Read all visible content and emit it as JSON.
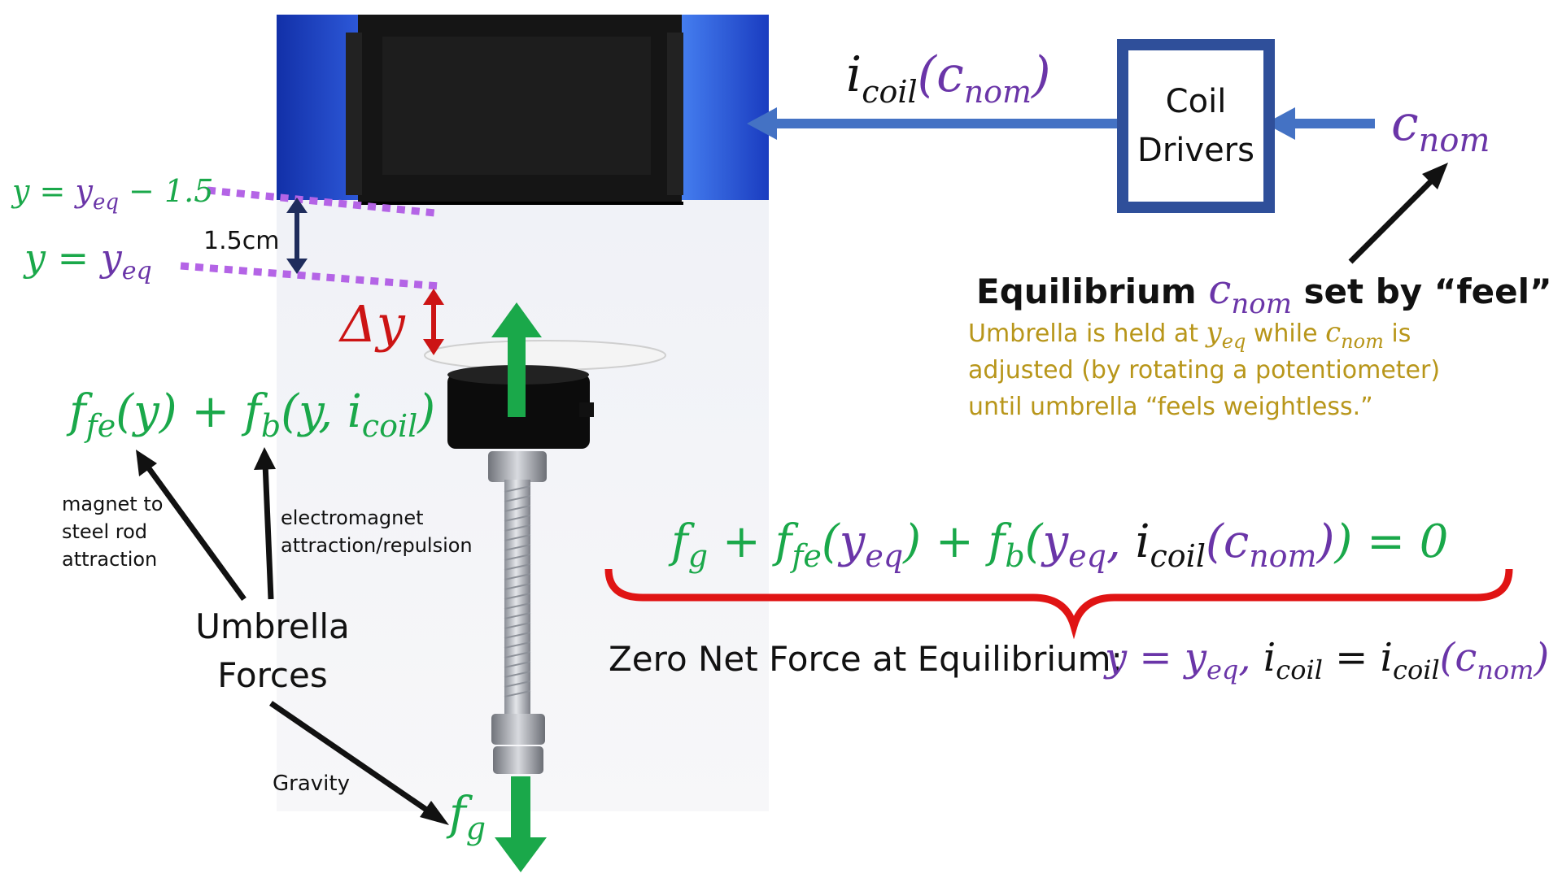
{
  "labels": {
    "coil_current": "i_coil(c_nom)",
    "coil_drivers_line1": "Coil",
    "coil_drivers_line2": "Drivers",
    "c_nom": "c_nom",
    "y_upper": "y = y_eq − 1.5",
    "y_lower": "y = y_eq",
    "gap": "1.5cm",
    "delta_y": "Δy",
    "force_sum": "f_fe(y) + f_b(y, i_coil)",
    "magnet_line1": "magnet to",
    "magnet_line2": "steel rod",
    "magnet_line3": "attraction",
    "em_line1": "electromagnet",
    "em_line2": "attraction/repulsion",
    "umbrella_line1": "Umbrella",
    "umbrella_line2": "Forces",
    "gravity": "Gravity",
    "f_g": "f_g",
    "eq_title_prefix": "Equilibrium",
    "eq_title_var": "c_nom",
    "eq_title_suffix": "set by “feel”",
    "eq_note_line1_a": "Umbrella is held at",
    "eq_note_line1_var1": "y_eq",
    "eq_note_line1_b": "while",
    "eq_note_line1_var2": "c_nom",
    "eq_note_line1_c": "is",
    "eq_note_line2": "adjusted (by rotating a potentiometer)",
    "eq_note_line3": "until umbrella “feels weightless.”",
    "balance_equation": "f_g + f_fe(y_eq) + f_b(y_eq, i_coil(c_nom)) = 0",
    "zero_net_prefix": "Zero Net Force at Equilibrium:",
    "zero_net_condition": "y = y_eq, i_coil = i_coil(c_nom)"
  },
  "colors": {
    "green": "#1aa84a",
    "purple": "#6a35a8",
    "blue_arrow": "#4472c4",
    "box_border": "#2f4f9a",
    "red": "#cc1414",
    "gold": "#b8961a",
    "dotted_purple": "#b464e6",
    "navy": "#1f2d5c"
  }
}
